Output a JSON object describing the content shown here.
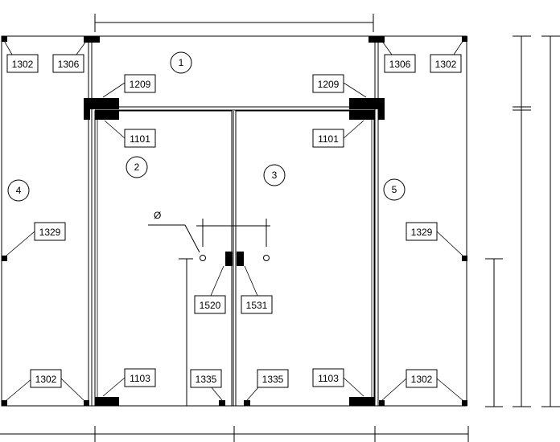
{
  "callouts": {
    "c1302_tl": "1302",
    "c1306_tl": "1306",
    "c1306_tr": "1306",
    "c1302_tr": "1302",
    "c1209_l": "1209",
    "c1209_r": "1209",
    "c1101_l": "1101",
    "c1101_r": "1101",
    "c1329_l": "1329",
    "c1329_r": "1329",
    "c1520": "1520",
    "c1531": "1531",
    "c1302_bl": "1302",
    "c1103_l": "1103",
    "c1335_l": "1335",
    "c1335_r": "1335",
    "c1103_r": "1103",
    "c1302_br": "1302"
  },
  "panels": {
    "p1": "1",
    "p2": "2",
    "p3": "3",
    "p4": "4",
    "p5": "5"
  },
  "symbols": {
    "diameter": "Ø"
  }
}
